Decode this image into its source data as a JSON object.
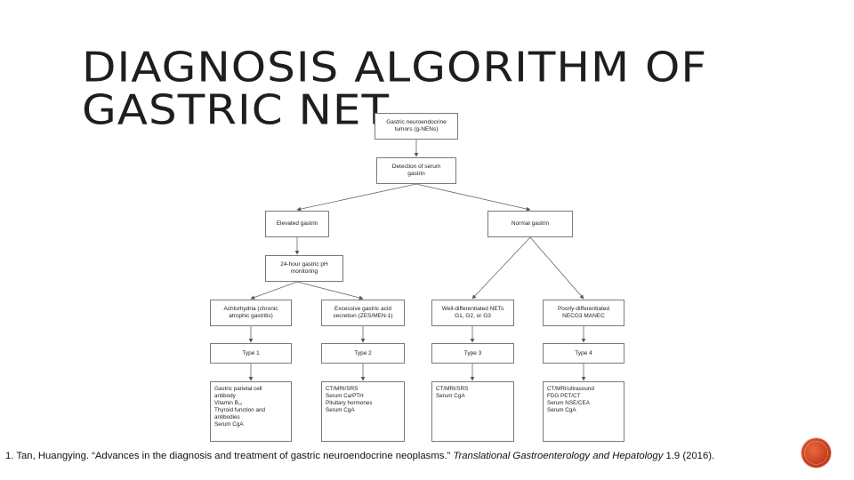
{
  "slide": {
    "title": "DIAGNOSIS ALGORITHM OF GASTRIC NET",
    "citation": {
      "prefix": "1. Tan, Huangying. “Advances in the diagnosis and treatment of gastric neuroendocrine neoplasms.” ",
      "journal": "Translational Gastroenterology and Hepatology",
      "suffix": " 1.9 (2016)."
    }
  },
  "flowchart": {
    "root": "Gastric neuroendocrine\ntumors (g-NENs)",
    "detection": "Detection of serum\ngastrin",
    "elevated": "Elevated gastrin",
    "normal": "Normal gastrin",
    "ph": "24-hour gastric pH\nmonitoring",
    "conditions": [
      "Achlorhydria (chronic\natrophic gastritis)",
      "Excessive gastric acid\nsecretion (ZES/MEN-1)",
      "Well-differentiated NETs\nG1, G2, or G3",
      "Poorly-differentiated\nNECG3 MANEC"
    ],
    "types": [
      "Type 1",
      "Type 2",
      "Type 3",
      "Type 4"
    ],
    "workups": [
      [
        "Gastric parietal cell",
        "antibody",
        "Vitamin B₁₂",
        "Thyroid function and",
        "antibodies",
        "Serum CgA"
      ],
      [
        "CT/MRI/SRS",
        "Serum Ca/PTH",
        "Pituitary hormones",
        "Serum CgA"
      ],
      [
        "CT/MRI/SRS",
        "Serum CgA"
      ],
      [
        "CT/MRI/ultrasound",
        "FDG PET/CT",
        "Serum NSE/CEA",
        "Serum CgA"
      ]
    ]
  }
}
